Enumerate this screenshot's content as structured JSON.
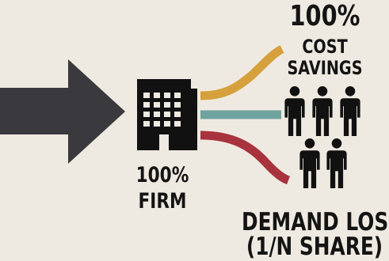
{
  "colors": {
    "background": "#efeae1",
    "arrow": "#3a3a3e",
    "ink": "#111111",
    "flow_top": "#d6a03c",
    "flow_middle": "#6fa39f",
    "flow_bottom": "#a8333e"
  },
  "icons": {
    "input": "arrow-right-icon",
    "firm": "office-building-icon",
    "people": "person-icon"
  },
  "firm": {
    "percent": "100%",
    "name": "FIRM"
  },
  "cost_savings": {
    "percent": "100%",
    "line1": "COST",
    "line2": "SAVINGS"
  },
  "demand_loss": {
    "line1": "DEMAND LOSS",
    "line2": "(1/N SHARE)"
  }
}
